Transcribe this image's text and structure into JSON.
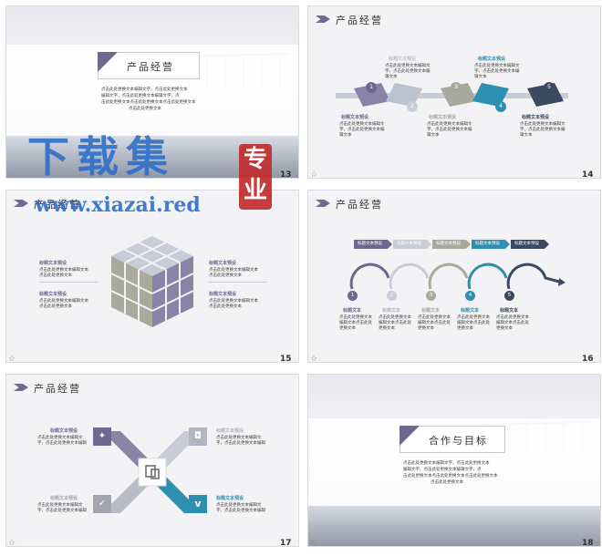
{
  "colors": {
    "purple": "#6e6790",
    "blue": "#2f8fb0",
    "navy": "#3b4a63",
    "gray": "#a9aa9c",
    "light": "#c7ccd6"
  },
  "s13": {
    "title": "产品经营",
    "body": [
      "点击此处更换文本编辑文字，点击此处更换文本",
      "编辑文字，点击此处更换文本编辑文字，点",
      "击此处更换文本点击此处更换文本点击此处更换文本",
      "点击此处更换文本"
    ],
    "page": "13"
  },
  "s14": {
    "header": "产品经营",
    "items": [
      {
        "num": "1",
        "label": "标题文本预设",
        "text": [
          "点击此处更换文本编辑文",
          "字，点击此处更换文本编",
          "辑文本"
        ]
      },
      {
        "num": "2",
        "label": "标题文本预设",
        "text": [
          "点击此处更换文本编辑文",
          "字，点击此处更换文本编",
          "辑文本"
        ]
      },
      {
        "num": "3",
        "label": "标题文本预设",
        "text": [
          "点击此处更换文本编辑文",
          "字，点击此处更换文本编",
          "辑文本"
        ]
      },
      {
        "num": "4",
        "label": "标题文本预设",
        "text": [
          "点击此处更换文本编辑文",
          "字，点击此处更换文本编",
          "辑文本"
        ]
      },
      {
        "num": "5",
        "label": "标题文本预设",
        "text": [
          "点击此处更换文本编辑文",
          "字，点击此处更换文本编",
          "辑文本"
        ]
      }
    ],
    "page": "14"
  },
  "s15": {
    "header": "产品经营",
    "items": [
      {
        "label": "标题文本预设",
        "text": [
          "点击此处更换文本编辑文本",
          "点击此处更换文本"
        ]
      },
      {
        "label": "标题文本预设",
        "text": [
          "点击此处更换文本编辑文本",
          "点击此处更换文本"
        ]
      },
      {
        "label": "标题文本预设",
        "text": [
          "点击此处更换文本编辑文本",
          "点击此处更换文本"
        ]
      },
      {
        "label": "标题文本预设",
        "text": [
          "点击此处更换文本编辑文本",
          "点击此处更换文本"
        ]
      }
    ],
    "page": "15"
  },
  "s16": {
    "header": "产品经营",
    "tags": [
      "标题文本预设",
      "标题文本预设",
      "标题文本预设",
      "标题文本预设",
      "标题文本预设"
    ],
    "items": [
      {
        "num": "1",
        "label": "标题文本",
        "text": [
          "点击此处更换文本",
          "编辑文本点击此处",
          "更换文本"
        ]
      },
      {
        "num": "2",
        "label": "标题文本",
        "text": [
          "点击此处更换文本",
          "编辑文本点击此处",
          "更换文本"
        ]
      },
      {
        "num": "3",
        "label": "标题文本",
        "text": [
          "点击此处更换文本",
          "编辑文本点击此处",
          "更换文本"
        ]
      },
      {
        "num": "4",
        "label": "标题文本",
        "text": [
          "点击此处更换文本",
          "编辑文本点击此处",
          "更换文本"
        ]
      },
      {
        "num": "5",
        "label": "标题文本",
        "text": [
          "点击此处更换文本",
          "编辑文本点击此处",
          "更换文本"
        ]
      }
    ],
    "page": "16"
  },
  "s17": {
    "header": "产品经营",
    "items": [
      {
        "label": "标题文本预设",
        "text": [
          "点击此处更换文本编辑文",
          "字，点击此处更换文本编辑"
        ],
        "icon": "twitter-icon"
      },
      {
        "label": "标题文本预设",
        "text": [
          "点击此处更换文本编辑文",
          "字，点击此处更换文本编辑"
        ],
        "icon": "instagram-icon"
      },
      {
        "label": "标题文本预设",
        "text": [
          "点击此处更换文本编辑文",
          "字，点击此处更换文本编辑"
        ],
        "icon": "check-icon"
      },
      {
        "label": "标题文本预设",
        "text": [
          "点击此处更换文本编辑文",
          "字，点击此处更换文本编辑"
        ],
        "icon": "vimeo-icon"
      }
    ],
    "page": "17"
  },
  "s18": {
    "title": "合作与目标",
    "body": [
      "点击此处更换文本编辑文字，点击此处更换文本",
      "编辑文字，点击此处更换文本编辑文字，点",
      "击此处更换文本点击此处更换文本点击此处更换文本",
      "点击此处更换文本"
    ],
    "page": "18"
  },
  "watermark": {
    "big": "下载集",
    "url": "www.xiazai.red",
    "seal": "专业"
  }
}
